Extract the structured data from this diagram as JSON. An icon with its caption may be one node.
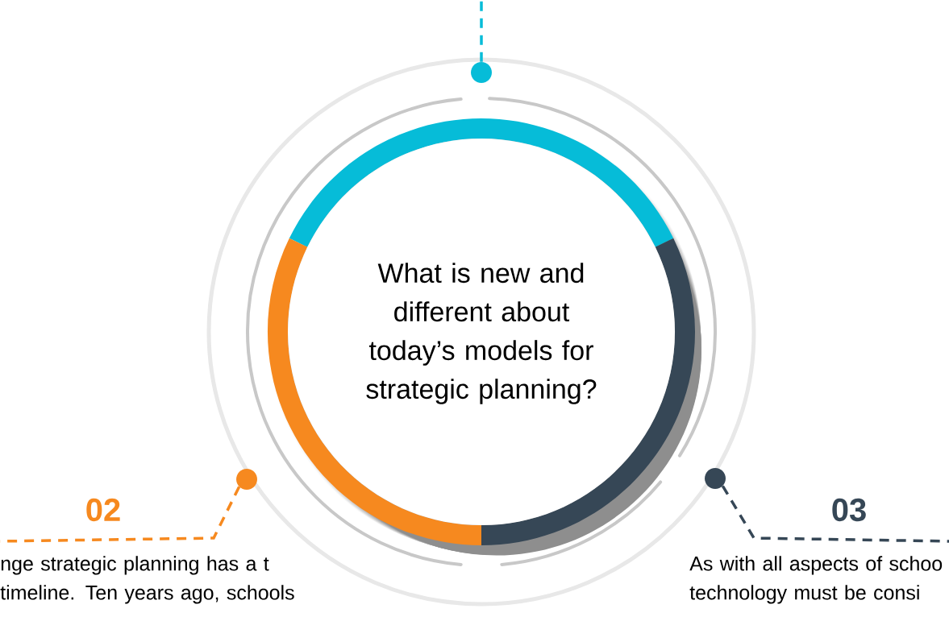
{
  "diagram": {
    "nodes": [
      {
        "text": [
          "What is new and different about today’s models for strategic planning?"
        ]
      },
      {
        "text": [],
        "shape": "circle"
      },
      {
        "text": [],
        "shape": "circle"
      },
      {
        "text": [],
        "shape": "circle"
      },
      {
        "text": [
          "02",
          "nge strategic planning has a t timeline.  Ten years ago, schools"
        ]
      },
      {
        "text": [
          "03",
          "As with all aspects of schoo technology must be consi"
        ]
      }
    ],
    "edges": [
      {
        "from": 1,
        "to": null,
        "arrow": "none",
        "style": "dashed",
        "color": "#06bcd8"
      },
      {
        "from": 2,
        "to": 4,
        "arrow": "none",
        "style": "dashed",
        "color": "#f6891f"
      },
      {
        "from": 3,
        "to": 5,
        "arrow": "none",
        "style": "dashed",
        "color": "#364756"
      }
    ]
  }
}
